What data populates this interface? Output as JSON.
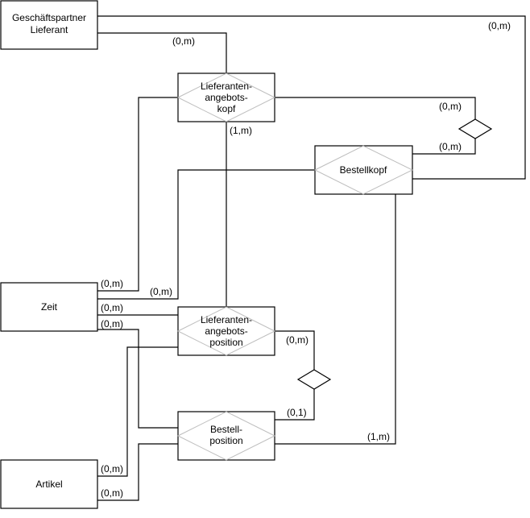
{
  "entities": [
    {
      "id": "gp",
      "lines": [
        "Geschäftspartner",
        "Lieferant"
      ],
      "type": "entity"
    },
    {
      "id": "lak",
      "lines": [
        "Lieferanten-",
        "angebots-",
        "kopf"
      ],
      "type": "weak"
    },
    {
      "id": "bk",
      "lines": [
        "Bestellkopf"
      ],
      "type": "weak"
    },
    {
      "id": "zeit",
      "lines": [
        "Zeit"
      ],
      "type": "entity"
    },
    {
      "id": "lap",
      "lines": [
        "Lieferanten-",
        "angebots-",
        "position"
      ],
      "type": "weak"
    },
    {
      "id": "bp",
      "lines": [
        "Bestell-",
        "position"
      ],
      "type": "weak"
    },
    {
      "id": "artikel",
      "lines": [
        "Artikel"
      ],
      "type": "entity"
    }
  ],
  "cardinalities": {
    "gp_lak": "(0,m)",
    "gp_bk": "(0,m)",
    "lak_lap": "(1,m)",
    "lak_rel": "(0,m)",
    "bk_rel": "(0,m)",
    "zeit_lak": "(0,m)",
    "zeit_bk": "(0,m)",
    "zeit_lap": "(0,m)",
    "zeit_bp": "(0,m)",
    "lap_rel": "(0,m)",
    "bp_rel": "(0,1)",
    "bk_bp": "(1,m)",
    "artikel_lap": "(0,m)",
    "artikel_bp": "(0,m)"
  }
}
